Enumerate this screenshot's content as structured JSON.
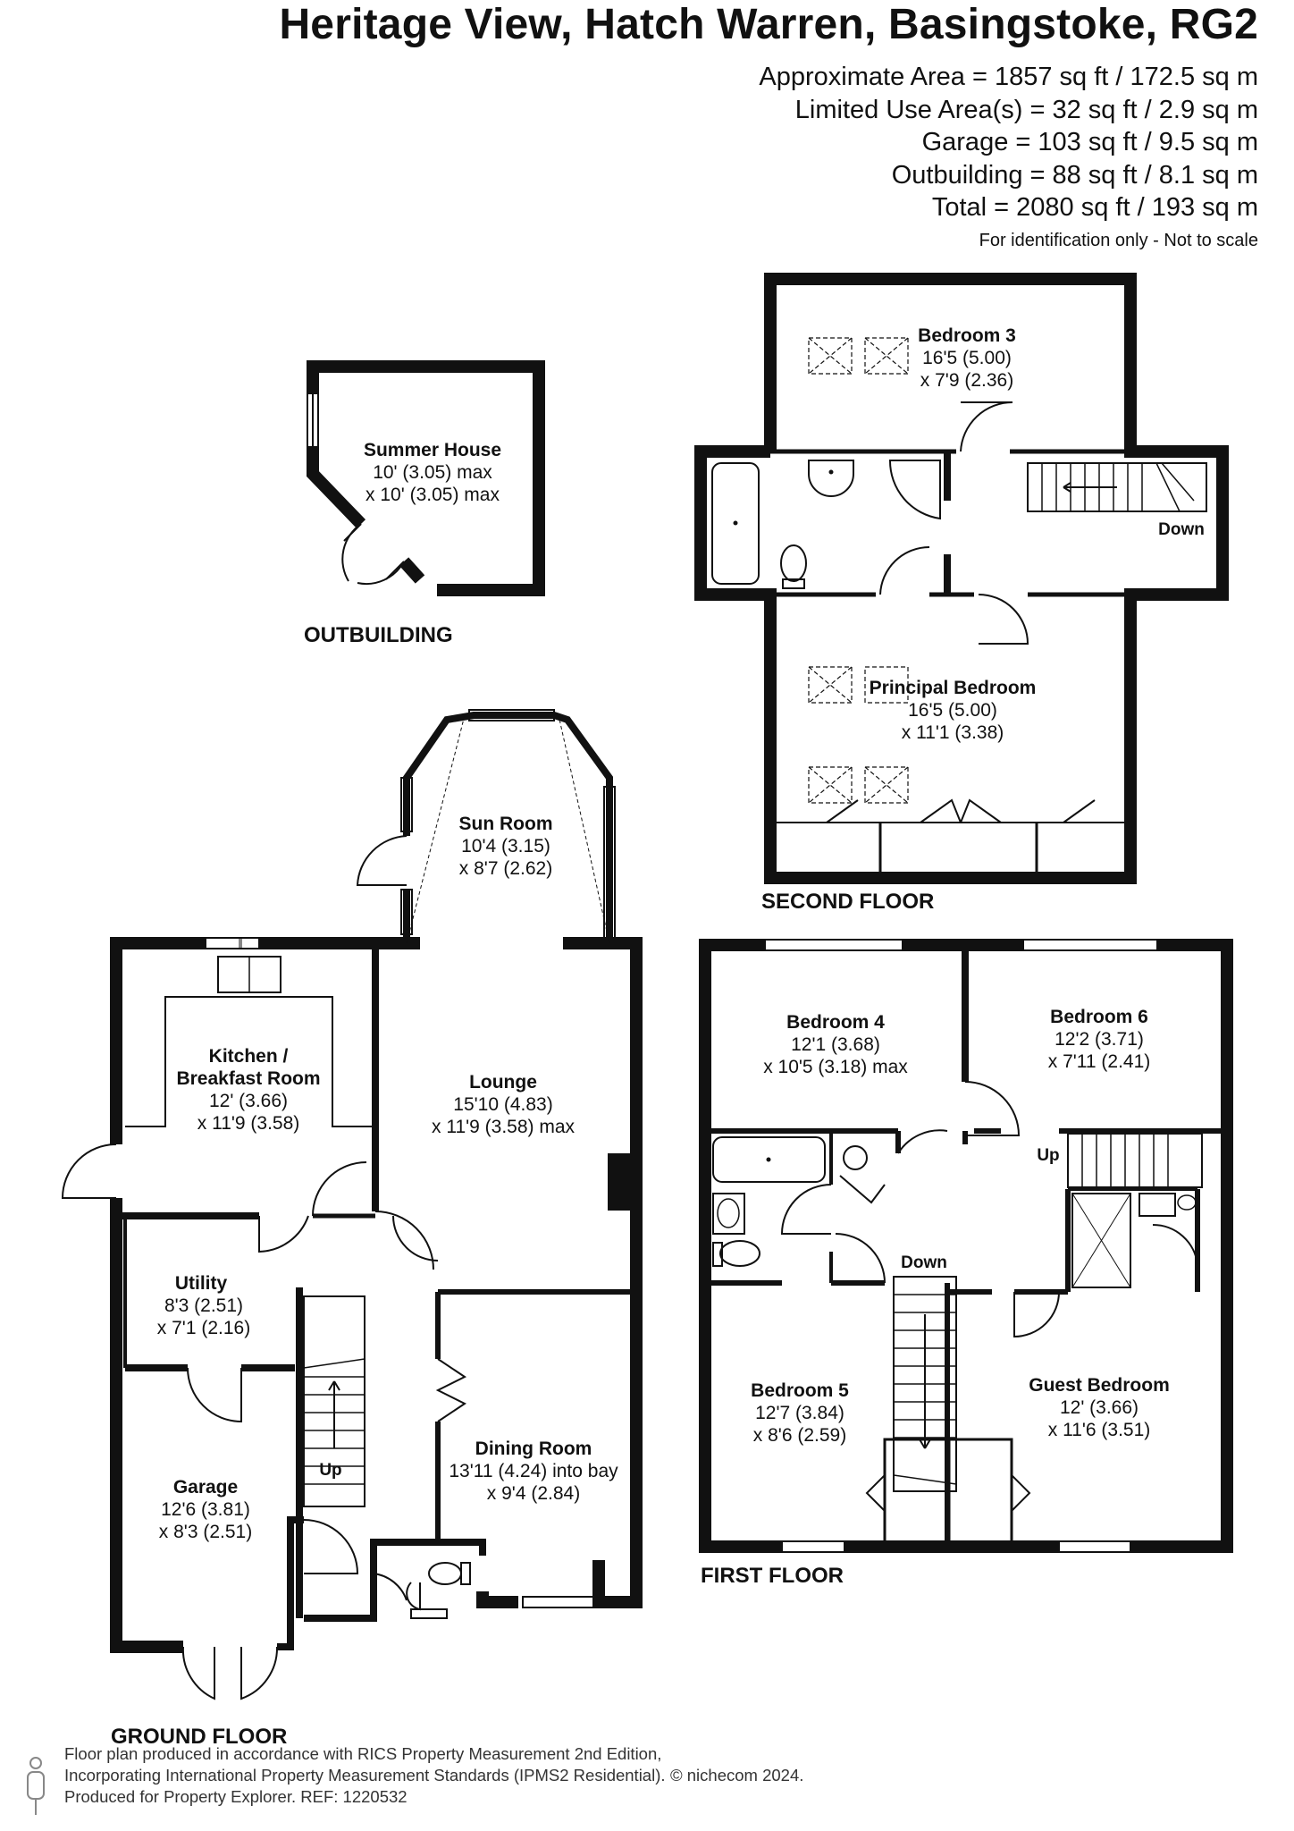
{
  "header": {
    "title": "Heritage View, Hatch Warren, Basingstoke, RG2",
    "areas": [
      "Approximate Area = 1857 sq ft / 172.5 sq m",
      "Limited Use Area(s) = 32 sq ft / 2.9 sq m",
      "Garage = 103 sq ft / 9.5 sq m",
      "Outbuilding = 88 sq ft / 8.1 sq m",
      "Total = 2080 sq ft / 193 sq m"
    ],
    "note": "For identification only - Not to scale"
  },
  "floors": {
    "outbuilding": "OUTBUILDING",
    "second": "SECOND FLOOR",
    "ground": "GROUND FLOOR",
    "first": "FIRST FLOOR"
  },
  "rooms": {
    "summer_house": {
      "name": "Summer House",
      "dim1": "10' (3.05) max",
      "dim2": "x 10' (3.05) max"
    },
    "bedroom3": {
      "name": "Bedroom 3",
      "dim1": "16'5 (5.00)",
      "dim2": "x 7'9 (2.36)"
    },
    "principal": {
      "name": "Principal Bedroom",
      "dim1": "16'5 (5.00)",
      "dim2": "x 11'1 (3.38)"
    },
    "sun_room": {
      "name": "Sun Room",
      "dim1": "10'4 (3.15)",
      "dim2": "x 8'7 (2.62)"
    },
    "kitchen": {
      "name1": "Kitchen /",
      "name2": "Breakfast Room",
      "dim1": "12' (3.66)",
      "dim2": "x 11'9 (3.58)"
    },
    "lounge": {
      "name": "Lounge",
      "dim1": "15'10 (4.83)",
      "dim2": "x 11'9 (3.58) max"
    },
    "utility": {
      "name": "Utility",
      "dim1": "8'3 (2.51)",
      "dim2": "x 7'1 (2.16)"
    },
    "garage": {
      "name": "Garage",
      "dim1": "12'6 (3.81)",
      "dim2": "x 8'3 (2.51)"
    },
    "dining": {
      "name": "Dining Room",
      "dim1": "13'11 (4.24) into bay",
      "dim2": "x 9'4 (2.84)"
    },
    "bedroom4": {
      "name": "Bedroom 4",
      "dim1": "12'1 (3.68)",
      "dim2": "x 10'5 (3.18) max"
    },
    "bedroom6": {
      "name": "Bedroom 6",
      "dim1": "12'2 (3.71)",
      "dim2": "x 7'11 (2.41)"
    },
    "bedroom5": {
      "name": "Bedroom 5",
      "dim1": "12'7 (3.84)",
      "dim2": "x 8'6 (2.59)"
    },
    "guest": {
      "name": "Guest Bedroom",
      "dim1": "12' (3.66)",
      "dim2": "x 11'6 (3.51)"
    }
  },
  "stair_labels": {
    "second_down": "Down",
    "first_up": "Up",
    "first_down": "Down",
    "ground_up": "Up"
  },
  "footer": {
    "line1": "Floor plan produced in accordance with RICS Property Measurement 2nd Edition,",
    "line2": "Incorporating International Property Measurement Standards (IPMS2 Residential).",
    "brand": "© nichecom 2024.",
    "line3": "Produced for Property Explorer.   REF: 1220532"
  }
}
